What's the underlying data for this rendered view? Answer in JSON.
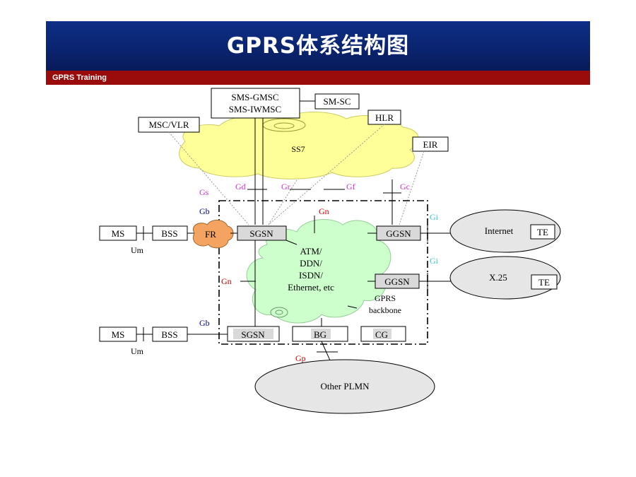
{
  "header": {
    "title": "GPRS体系结构图",
    "subtitle": "GPRS Training"
  },
  "nodes": {
    "sms_gmsc": "SMS-GMSC",
    "sms_iwmsc": "SMS-IWMSC",
    "sm_sc": "SM-SC",
    "hlr": "HLR",
    "msc_vlr": "MSC/VLR",
    "eir": "EIR",
    "ss7": "SS7",
    "ms1": "MS",
    "bss1": "BSS",
    "fr": "FR",
    "sgsn1": "SGSN",
    "ggsn1": "GGSN",
    "internet": "Internet",
    "te1": "TE",
    "ggsn2": "GGSN",
    "x25": "X.25",
    "te2": "TE",
    "backbone_line1": "ATM/",
    "backbone_line2": "DDN/",
    "backbone_line3": "ISDN/",
    "backbone_line4": "Ethernet, etc",
    "gprs_backbone_line1": "GPRS",
    "gprs_backbone_line2": "backbone",
    "ms2": "MS",
    "bss2": "BSS",
    "sgsn2": "SGSN",
    "bg": "BG",
    "cg": "CG",
    "other_plmn": "Other PLMN",
    "um1": "Um",
    "um2": "Um"
  },
  "interfaces": {
    "gs": "Gs",
    "gd": "Gd",
    "gr": "Gr",
    "gf": "Gf",
    "gc": "Gc",
    "gb1": "Gb",
    "gn_top": "Gn",
    "gi1": "Gi",
    "gi2": "Gi",
    "gn_left": "Gn",
    "gb2": "Gb",
    "gp": "Gp"
  },
  "colors": {
    "banner_blue": "#0b2470",
    "subbar_red": "#9a0b0b",
    "cloud_yellow": "#ffff99",
    "cloud_green": "#ccffcc",
    "fr_orange": "#f4a460",
    "oval_gray": "#e6e6e6",
    "node_gray": "#cccccc",
    "label_magenta": "#cc33cc",
    "label_red": "#cc0000",
    "label_blue": "#000099",
    "label_cyan": "#33cccc"
  }
}
